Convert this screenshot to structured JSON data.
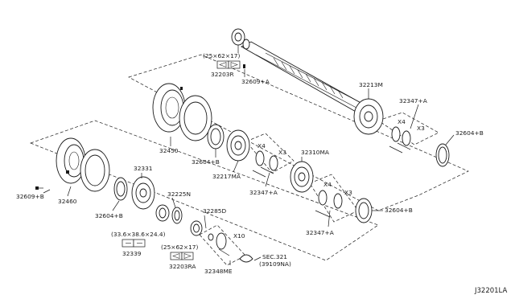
{
  "labels": {
    "p32203R": "32203R",
    "p32609A": "32609+A",
    "p32213M": "32213M",
    "p32347A_top": "32347+A",
    "p32604B_right": "32604+B",
    "p32450": "32450",
    "p32604B_mid": "32604+B",
    "p32217MA": "32217MA",
    "p32310MA": "32310MA",
    "p32347A_mid": "32347+A",
    "p32347A_low": "32347+A",
    "p32604B_low": "32604+B",
    "p32331": "32331",
    "p32225N": "32225N",
    "p32609B": "32609+B",
    "p32460": "32460",
    "p32604B_left": "32604+B",
    "p32339": "32339",
    "p32285D": "32285D",
    "p32203RA": "32203RA",
    "p32348ME": "32348ME",
    "sec321": "SEC.321",
    "sec321_sub": "(39109NA)",
    "x4_a": "X4",
    "x3_a": "X3",
    "x4_b": "X4",
    "x3_b": "X3",
    "x4_c": "X4",
    "x3_c": "X3",
    "x10": "X10"
  },
  "dims": {
    "bearing_top": "(25×62×17)",
    "bearing_low": "(25×62×17)",
    "needle": "(33.6×38.6×24.4)"
  },
  "diagram_code": "J32201LA",
  "icons": [
    "bearing-dimension-symbol",
    "needle-bearing-symbol"
  ]
}
